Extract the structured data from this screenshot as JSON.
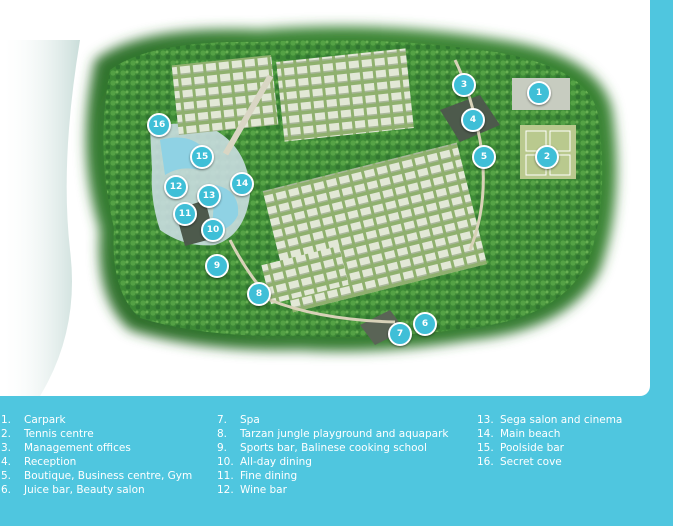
{
  "markers": [
    "1",
    "2",
    "3",
    "4",
    "5",
    "6",
    "7",
    "8",
    "9",
    "10",
    "11",
    "12",
    "13",
    "14",
    "15",
    "16"
  ],
  "legend": [
    {
      "num": "1.",
      "label": "Carpark"
    },
    {
      "num": "2.",
      "label": "Tennis centre"
    },
    {
      "num": "3.",
      "label": "Management offices"
    },
    {
      "num": "4.",
      "label": "Reception"
    },
    {
      "num": "5.",
      "label": "Boutique, Business centre, Gym"
    },
    {
      "num": "6.",
      "label": "Juice bar, Beauty salon"
    },
    {
      "num": "7.",
      "label": "Spa"
    },
    {
      "num": "8.",
      "label": "Tarzan jungle playground and aquapark"
    },
    {
      "num": "9.",
      "label": "Sports bar, Balinese cooking school"
    },
    {
      "num": "10.",
      "label": "All-day dining"
    },
    {
      "num": "11.",
      "label": "Fine dining"
    },
    {
      "num": "12.",
      "label": "Wine bar"
    },
    {
      "num": "13.",
      "label": "Sega salon and cinema"
    },
    {
      "num": "14.",
      "label": "Main beach"
    },
    {
      "num": "15.",
      "label": "Poolside bar"
    },
    {
      "num": "16.",
      "label": "Secret cove"
    }
  ],
  "colors": {
    "background": "#4fc6df",
    "marker": "#3fbfd7",
    "vegetation": "#3f8a3a",
    "sea": "#8fb6b0",
    "legend_text": "#ffffff"
  }
}
